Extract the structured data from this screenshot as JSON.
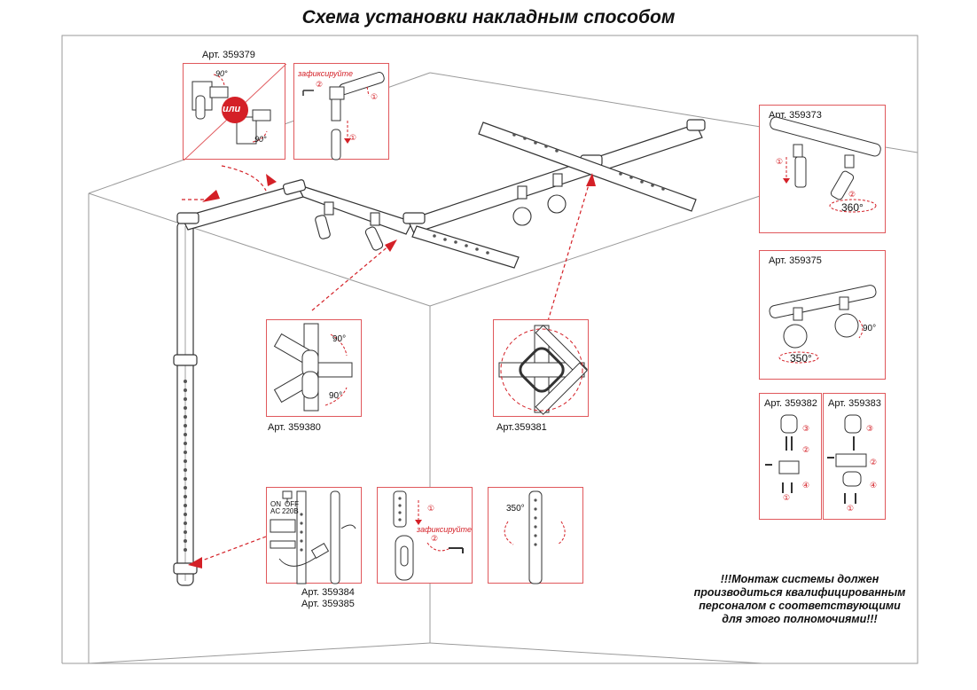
{
  "title": "Схема установки накладным способом",
  "warning_lines": [
    "!!!Монтаж системы должен",
    "производиться квалифицированным",
    "персоналом с соответствующими",
    "для этого полномочиями!!!"
  ],
  "panels": {
    "p359379": {
      "article": "Арт. 359379",
      "or_text": "или",
      "angle_a": "90°",
      "angle_b": "90°"
    },
    "fix_top": {
      "fix_text": "зафиксируйте",
      "step1": "①",
      "step2": "②"
    },
    "p359373": {
      "article": "Арт. 359373",
      "rotation": "360°",
      "step1": "①",
      "step2": "②"
    },
    "p359375": {
      "article": "Арт. 359375",
      "rotation": "350°",
      "angle": "90°"
    },
    "p359382": {
      "article": "Арт. 359382"
    },
    "p359383": {
      "article": "Арт. 359383"
    },
    "p359380": {
      "article": "Арт. 359380",
      "angle_a": "90°",
      "angle_b": "90°"
    },
    "p359381": {
      "article": "Арт.359381"
    },
    "p359384": {
      "article_a": "Арт. 359384",
      "article_b": "Арт. 359385",
      "switch_on": "ON",
      "switch_off": "OFF",
      "ac_label": "AC",
      "voltage": "220В"
    },
    "fix_bottom": {
      "fix_text": "зафиксируйте",
      "step1": "①",
      "step2": "②"
    },
    "rotate350": {
      "rotation": "350°"
    }
  },
  "steps": [
    "①",
    "②",
    "③",
    "④"
  ],
  "colors": {
    "accent": "#d42027",
    "frame": "#e0585c",
    "line": "#8a8a8a",
    "ink": "#222222"
  }
}
